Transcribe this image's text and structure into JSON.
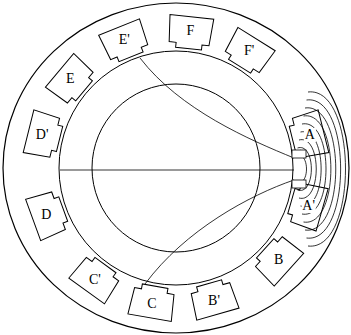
{
  "diagram": {
    "labels": [
      "A",
      "A'",
      "B",
      "B'",
      "C",
      "C'",
      "D",
      "D'",
      "E",
      "E'",
      "F",
      "F'"
    ]
  }
}
